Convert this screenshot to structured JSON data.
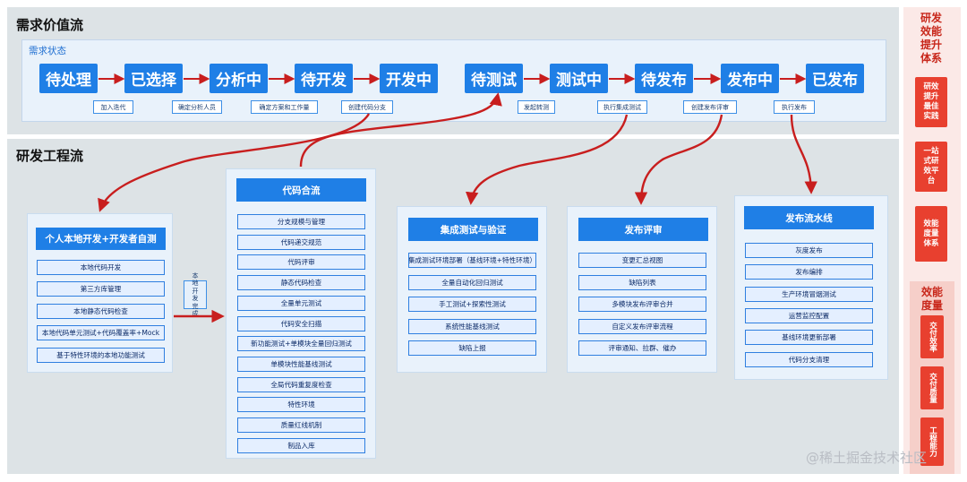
{
  "value_stream": {
    "title": "需求价值流",
    "subtitle": "需求状态",
    "stages": [
      "待处理",
      "已选择",
      "分析中",
      "待开发",
      "开发中",
      "待测试",
      "测试中",
      "待发布",
      "发布中",
      "已发布"
    ],
    "actions": [
      "加入迭代",
      "确定分析人员",
      "确定方案和工作量",
      "创建代码分支",
      "发起转测",
      "执行集成测试",
      "创建发布评审",
      "执行发布"
    ]
  },
  "eng_stream": {
    "title": "研发工程流",
    "personal": {
      "title": "个人本地开发+开发者自测",
      "items": [
        "本地代码开发",
        "第三方库管理",
        "本地静态代码检查",
        "本地代码单元测试+代码覆盖率+Mock",
        "基于特性环境的本地功能测试"
      ]
    },
    "handoff_label": "本地开发完成",
    "merge": {
      "title": "代码合流",
      "items": [
        "分支规模与管理",
        "代码递交规范",
        "代码评审",
        "静态代码检查",
        "全量单元测试",
        "代码安全扫描",
        "新功能测试+单模块全量回归测试",
        "单模块性能基线测试",
        "全局代码重复度检查",
        "特性环境",
        "质量红线机制",
        "制品入库"
      ]
    },
    "integration": {
      "title": "集成测试与验证",
      "items": [
        "集成测试环境部署（基线环境+特性环境）",
        "全量自动化回归测试",
        "手工测试+探索性测试",
        "系统性能基线测试",
        "缺陷上报"
      ]
    },
    "review": {
      "title": "发布评审",
      "items": [
        "变更汇总视图",
        "缺陷列表",
        "多模块发布评审合并",
        "自定义发布评审流程",
        "评审通知、拉群、催办"
      ]
    },
    "pipeline": {
      "title": "发布流水线",
      "items": [
        "灰度发布",
        "发布编排",
        "生产环境冒烟测试",
        "运营监控配置",
        "基线环境更新部署",
        "代码分支清理"
      ]
    }
  },
  "side": {
    "title": "研发效能提升体系",
    "boxes": [
      "研效提升最佳实践",
      "一站式研效平台",
      "效能度量体系"
    ],
    "metrics_title": "效能度量",
    "metrics": [
      "交付效率",
      "交付质量",
      "工程能力"
    ]
  },
  "watermark": "@稀土掘金技术社区"
}
